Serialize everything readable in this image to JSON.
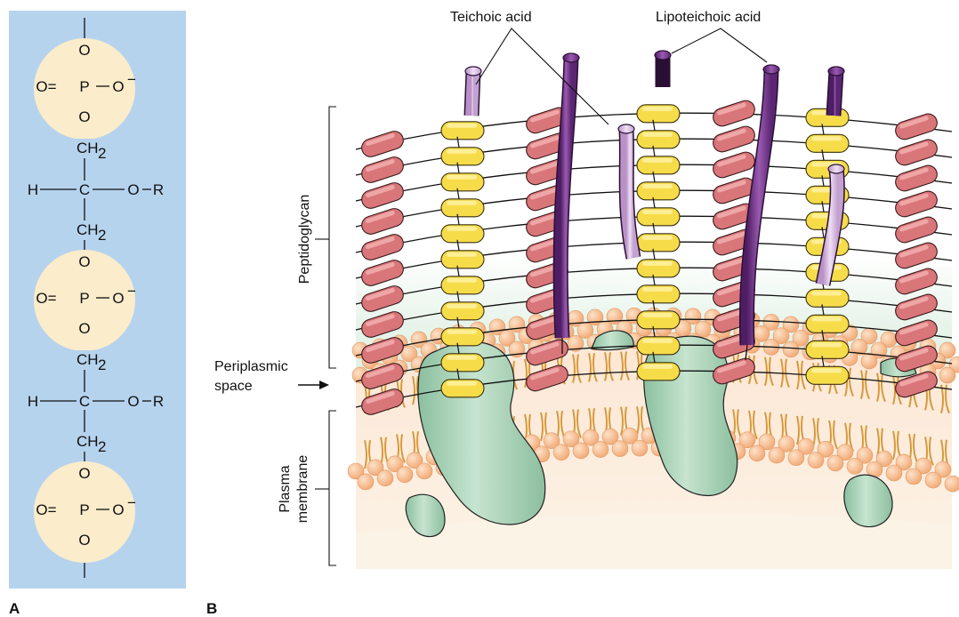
{
  "panel_a": {
    "label": "A",
    "background_color": "#b6d3ee",
    "phosphate_circle_color": "#fbeccb",
    "phosphate_groups": [
      {
        "o_top": "O",
        "o_left": "O=",
        "p": "P",
        "o_right": "O",
        "charge": "−",
        "o_bottom": "O"
      },
      {
        "o_top": "O",
        "o_left": "O=",
        "p": "P",
        "o_right": "O",
        "charge": "−",
        "o_bottom": "O"
      },
      {
        "o_top": "O",
        "o_left": "O=",
        "p": "P",
        "o_right": "O",
        "charge": "−",
        "o_bottom": "O"
      }
    ],
    "glycerol_units": [
      {
        "ch2_top": "CH",
        "ch2_top_sub": "2",
        "h": "H",
        "c": "C",
        "o": "O",
        "r": "R",
        "ch2_bottom": "CH",
        "ch2_bottom_sub": "2"
      },
      {
        "ch2_top": "CH",
        "ch2_top_sub": "2",
        "h": "H",
        "c": "C",
        "o": "O",
        "r": "R",
        "ch2_bottom": "CH",
        "ch2_bottom_sub": "2"
      }
    ]
  },
  "panel_b": {
    "label": "B",
    "labels": {
      "teichoic_acid": "Teichoic acid",
      "lipoteichoic_acid": "Lipoteichoic acid",
      "peptidoglycan": "Peptidoglycan",
      "periplasmic_space_line1": "Periplasmic",
      "periplasmic_space_line2": "space",
      "plasma_membrane_line1": "Plasma",
      "plasma_membrane_line2": "membrane"
    },
    "colors": {
      "glycan_red": "#d9767a",
      "glycan_red_light": "#f2b3b2",
      "peptide_yellow": "#f7dc4a",
      "teichoic_lilac": "#d7b6e0",
      "lipoteichoic_purple": "#7b3a91",
      "protein_green": "#9fcdb0",
      "lipid_head": "#f6b98a",
      "lipid_tail": "#d79a3a",
      "periplasm_green": "#e6f3e8",
      "membrane_fill": "#fbe9dc"
    }
  }
}
